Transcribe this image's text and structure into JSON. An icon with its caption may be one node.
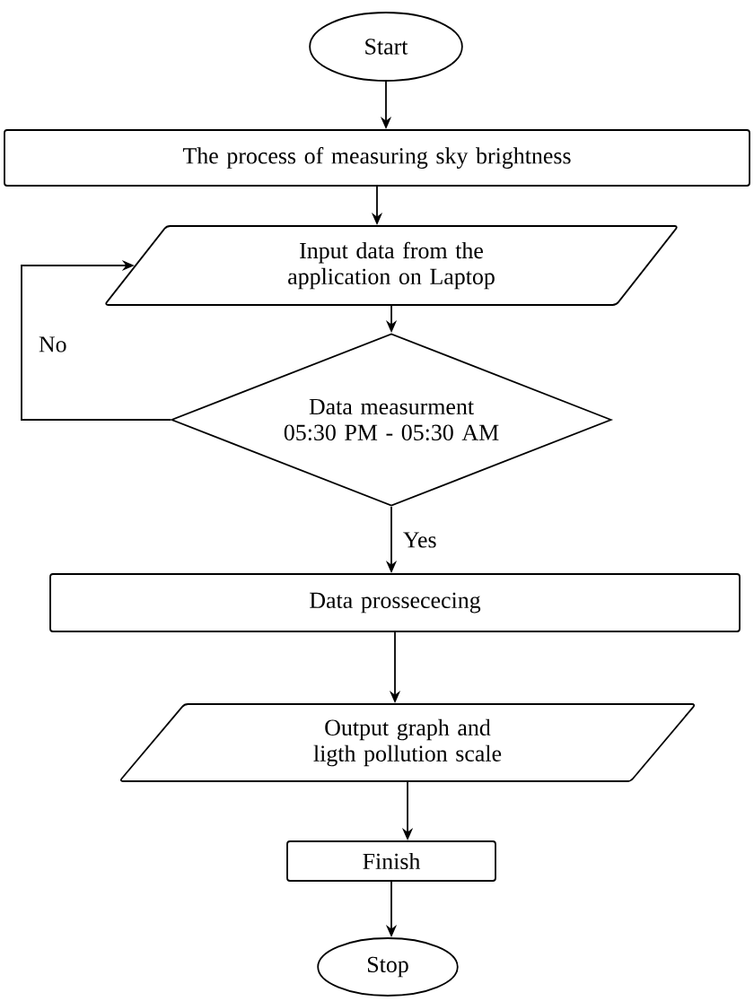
{
  "diagram": {
    "nodes": [
      {
        "text": [
          "Start"
        ]
      },
      {
        "text": [
          "The process of measuring sky brightness"
        ]
      },
      {
        "text": [
          "Input data from the application on Laptop"
        ]
      },
      {
        "text": [
          "Data measurment 05:30 PM - 05:30 AM"
        ]
      },
      {
        "text": [
          "Data prossececing"
        ]
      },
      {
        "text": [
          "Output graph and ligth pollution scale"
        ]
      },
      {
        "text": [
          "Finish"
        ]
      },
      {
        "text": [
          "Stop"
        ]
      }
    ],
    "edges": [
      {
        "from": 0,
        "to": 1,
        "arrow": "to"
      },
      {
        "from": 1,
        "to": 2,
        "arrow": "to"
      },
      {
        "from": 2,
        "to": 3,
        "arrow": "to"
      },
      {
        "from": 3,
        "to": 4,
        "arrow": "to",
        "label": "Yes"
      },
      {
        "from": 3,
        "to": 2,
        "arrow": "to",
        "label": "No"
      },
      {
        "from": 4,
        "to": 5,
        "arrow": "to"
      },
      {
        "from": 5,
        "to": 6,
        "arrow": "to"
      },
      {
        "from": 6,
        "to": 7,
        "arrow": "to"
      }
    ]
  }
}
